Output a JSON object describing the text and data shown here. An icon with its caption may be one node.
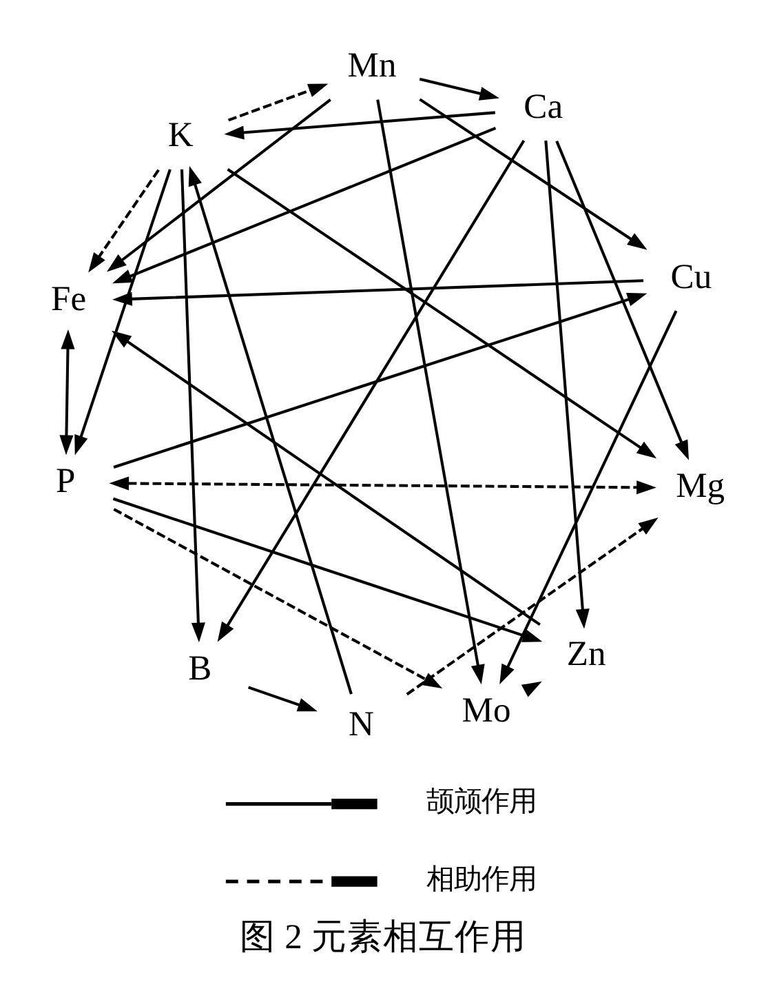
{
  "diagram": {
    "caption": "图 2 元素相互作用",
    "nodes": [
      {
        "text": [
          "Mn"
        ]
      },
      {
        "text": [
          "K"
        ]
      },
      {
        "text": [
          "Ca"
        ]
      },
      {
        "text": [
          "Fe"
        ]
      },
      {
        "text": [
          "Cu"
        ]
      },
      {
        "text": [
          "P"
        ]
      },
      {
        "text": [
          "Mg"
        ]
      },
      {
        "text": [
          "Zn"
        ]
      },
      {
        "text": [
          "B"
        ]
      },
      {
        "text": [
          "Mo"
        ]
      },
      {
        "text": [
          "N"
        ]
      }
    ],
    "edges": [
      {
        "from": 1,
        "to": 0,
        "arrow": "to",
        "style": "dashed"
      },
      {
        "from": 0,
        "to": 2,
        "arrow": "to"
      },
      {
        "from": 2,
        "to": 1,
        "arrow": "to"
      },
      {
        "from": 0,
        "to": 4,
        "arrow": "to"
      },
      {
        "from": 0,
        "to": 9,
        "arrow": "to"
      },
      {
        "from": 0,
        "to": 3,
        "arrow": "to"
      },
      {
        "from": 1,
        "to": 3,
        "arrow": "to",
        "style": "dashed"
      },
      {
        "from": 1,
        "to": 6,
        "arrow": "to"
      },
      {
        "from": 10,
        "to": 1,
        "arrow": "to"
      },
      {
        "from": 1,
        "to": 8,
        "arrow": "to"
      },
      {
        "from": 1,
        "to": 5,
        "arrow": "to"
      },
      {
        "from": 2,
        "to": 3,
        "arrow": "to"
      },
      {
        "from": 2,
        "to": 8,
        "arrow": "to"
      },
      {
        "from": 2,
        "to": 7,
        "arrow": "to"
      },
      {
        "from": 2,
        "to": 6,
        "arrow": "to"
      },
      {
        "from": 4,
        "to": 3,
        "arrow": "to"
      },
      {
        "from": 3,
        "to": 5,
        "arrow": "both"
      },
      {
        "from": 7,
        "to": 3,
        "arrow": "to"
      },
      {
        "from": 5,
        "to": 4,
        "arrow": "to"
      },
      {
        "from": 4,
        "to": 9,
        "arrow": "to"
      },
      {
        "from": 5,
        "to": 6,
        "arrow": "both",
        "style": "dashed"
      },
      {
        "from": 5,
        "to": 7,
        "arrow": "to"
      },
      {
        "from": 5,
        "to": 9,
        "arrow": "to",
        "style": "dashed"
      },
      {
        "from": 10,
        "to": 6,
        "arrow": "to",
        "style": "dashed"
      },
      {
        "from": 8,
        "to": 10,
        "arrow": "to"
      },
      {
        "from": 9,
        "to": 7,
        "arrow": "to"
      }
    ],
    "legend": [
      {
        "text": "颉颃作用"
      },
      {
        "text": "相助作用"
      }
    ]
  }
}
